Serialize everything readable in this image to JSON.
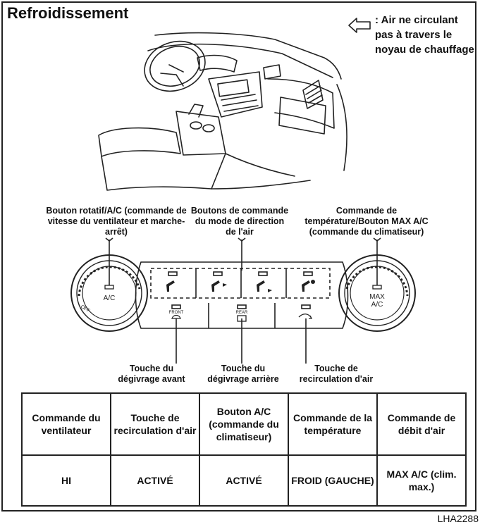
{
  "title": "Refroidissement",
  "legend": {
    "icon": "hollow-left-arrow-icon",
    "text": ": Air ne circulant pas à travers le noyau de chauffage"
  },
  "illustration": {
    "icon": "car-dashboard-illustration"
  },
  "callouts": {
    "fan_knob": "Bouton rotatif/A/C (commande de vitesse du ventilateur et marche-arrêt)",
    "mode_buttons": "Boutons de commande du mode de direction de l'air",
    "temp_knob": "Commande de température/Bouton MAX A/C (commande du climatiseur)",
    "front_defrost": "Touche du dégivrage avant",
    "rear_defrost": "Touche du dégivrage arrière",
    "recirculation": "Touche de recirculation d'air"
  },
  "panel": {
    "ac_label": "A/C",
    "off_label": "OFF",
    "max_ac_label_1": "MAX",
    "max_ac_label_2": "A/C",
    "front_label": "FRONT",
    "rear_label": "REAR"
  },
  "table": {
    "headers": [
      "Commande du ventilateur",
      "Touche de recirculation d'air",
      "Bouton A/C (commande du climatiseur)",
      "Commande de la température",
      "Commande de débit d'air"
    ],
    "values": [
      "HI",
      "ACTIVÉ",
      "ACTIVÉ",
      "FROID (GAUCHE)",
      "MAX A/C (clim. max.)"
    ]
  },
  "figure_code": "LHA2288"
}
